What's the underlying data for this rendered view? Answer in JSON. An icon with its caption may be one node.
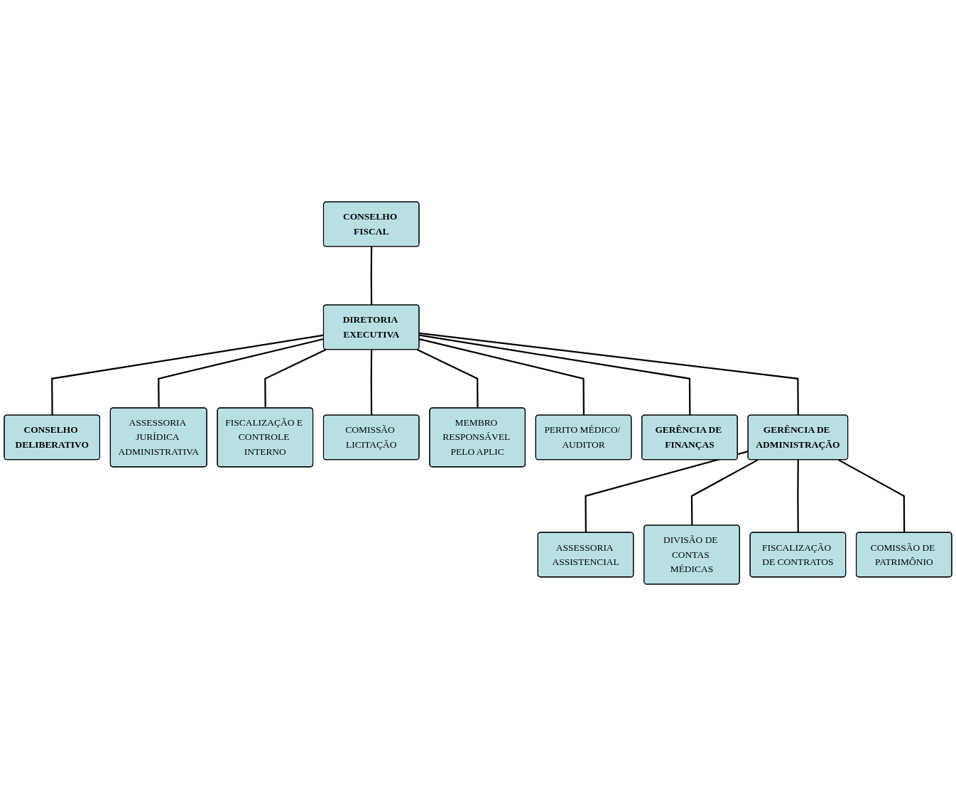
{
  "diagram": {
    "nodes": [
      {
        "text": [
          "CONSELHO FISCAL"
        ]
      },
      {
        "text": [
          "DIRETORIA EXECUTIVA"
        ]
      },
      {
        "text": [
          "CONSELHO DELIBERATIVO"
        ]
      },
      {
        "text": [
          "ASSESSORIA JURÍDICA ADMINISTRATIVA"
        ]
      },
      {
        "text": [
          "FISCALIZAÇÃO E CONTROLE INTERNO"
        ]
      },
      {
        "text": [
          "COMISSÃO LICITAÇÃO"
        ]
      },
      {
        "text": [
          "MEMBRO RESPONSÁVEL PELO APLIC"
        ]
      },
      {
        "text": [
          "PERITO MÉDICO/ AUDITOR"
        ]
      },
      {
        "text": [
          "GERÊNCIA DE FINANÇAS"
        ]
      },
      {
        "text": [
          "GERÊNCIA DE ADMINISTRAÇÃO"
        ]
      },
      {
        "text": [
          "ASSESSORIA ASSISTENCIAL"
        ]
      },
      {
        "text": [
          "DIVISÃO DE CONTAS MÉDICAS"
        ]
      },
      {
        "text": [
          "FISCALIZAÇÃO DE CONTRATOS"
        ]
      },
      {
        "text": [
          "COMISSÃO DE PATRIMÔNIO"
        ]
      }
    ],
    "edges": [
      {
        "from": 0,
        "to": 1,
        "arrow": "none"
      },
      {
        "from": 1,
        "to": 2,
        "arrow": "none"
      },
      {
        "from": 1,
        "to": 3,
        "arrow": "none"
      },
      {
        "from": 1,
        "to": 4,
        "arrow": "none"
      },
      {
        "from": 1,
        "to": 5,
        "arrow": "none"
      },
      {
        "from": 1,
        "to": 6,
        "arrow": "none"
      },
      {
        "from": 1,
        "to": 7,
        "arrow": "none"
      },
      {
        "from": 1,
        "to": 8,
        "arrow": "none"
      },
      {
        "from": 1,
        "to": 9,
        "arrow": "none"
      },
      {
        "from": 9,
        "to": 10,
        "arrow": "none"
      },
      {
        "from": 9,
        "to": 11,
        "arrow": "none"
      },
      {
        "from": 9,
        "to": 12,
        "arrow": "none"
      },
      {
        "from": 9,
        "to": 13,
        "arrow": "none"
      }
    ]
  }
}
